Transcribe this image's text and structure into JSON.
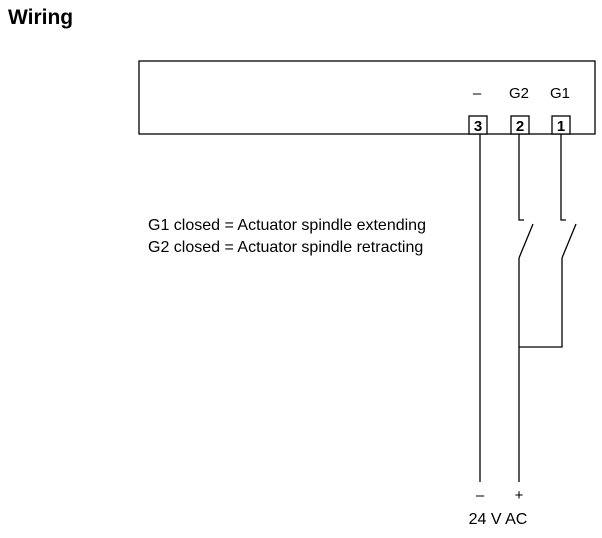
{
  "title": "Wiring",
  "terminals": [
    {
      "label": "–",
      "number": "3"
    },
    {
      "label": "G2",
      "number": "2"
    },
    {
      "label": "G1",
      "number": "1"
    }
  ],
  "notes": [
    "G1 closed = Actuator spindle extending",
    "G2 closed = Actuator spindle retracting"
  ],
  "supply": {
    "minus": "–",
    "plus": "+",
    "label": "24 V AC"
  }
}
